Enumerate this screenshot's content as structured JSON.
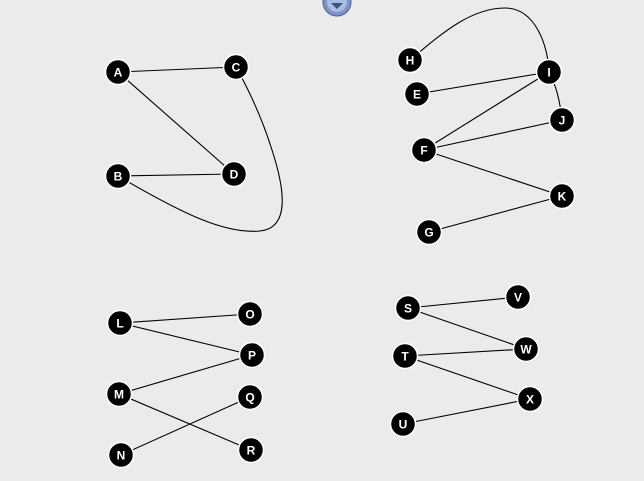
{
  "colors": {
    "background": "#ebebeb",
    "node_fill": "#000000",
    "node_stroke": "#ffffff",
    "label": "#ffffff",
    "edge": "#000000",
    "toolbar_button": "#7b93c8"
  },
  "toolbar": {
    "collapse_icon": "chevron-down-icon"
  },
  "nodes": {
    "A": "A",
    "B": "B",
    "C": "C",
    "D": "D",
    "E": "E",
    "F": "F",
    "G": "G",
    "H": "H",
    "I": "I",
    "J": "J",
    "K": "K",
    "L": "L",
    "M": "M",
    "N": "N",
    "O": "O",
    "P": "P",
    "Q": "Q",
    "R": "R",
    "S": "S",
    "T": "T",
    "U": "U",
    "V": "V",
    "W": "W",
    "X": "X"
  },
  "edges": [
    [
      "A",
      "C"
    ],
    [
      "A",
      "D"
    ],
    [
      "B",
      "D"
    ],
    [
      "B",
      "C"
    ],
    [
      "H",
      "I"
    ],
    [
      "E",
      "I"
    ],
    [
      "F",
      "I"
    ],
    [
      "F",
      "J"
    ],
    [
      "F",
      "K"
    ],
    [
      "G",
      "K"
    ],
    [
      "I",
      "J"
    ],
    [
      "L",
      "O"
    ],
    [
      "L",
      "P"
    ],
    [
      "M",
      "P"
    ],
    [
      "M",
      "R"
    ],
    [
      "N",
      "Q"
    ],
    [
      "S",
      "V"
    ],
    [
      "S",
      "W"
    ],
    [
      "T",
      "W"
    ],
    [
      "T",
      "X"
    ],
    [
      "U",
      "X"
    ]
  ]
}
